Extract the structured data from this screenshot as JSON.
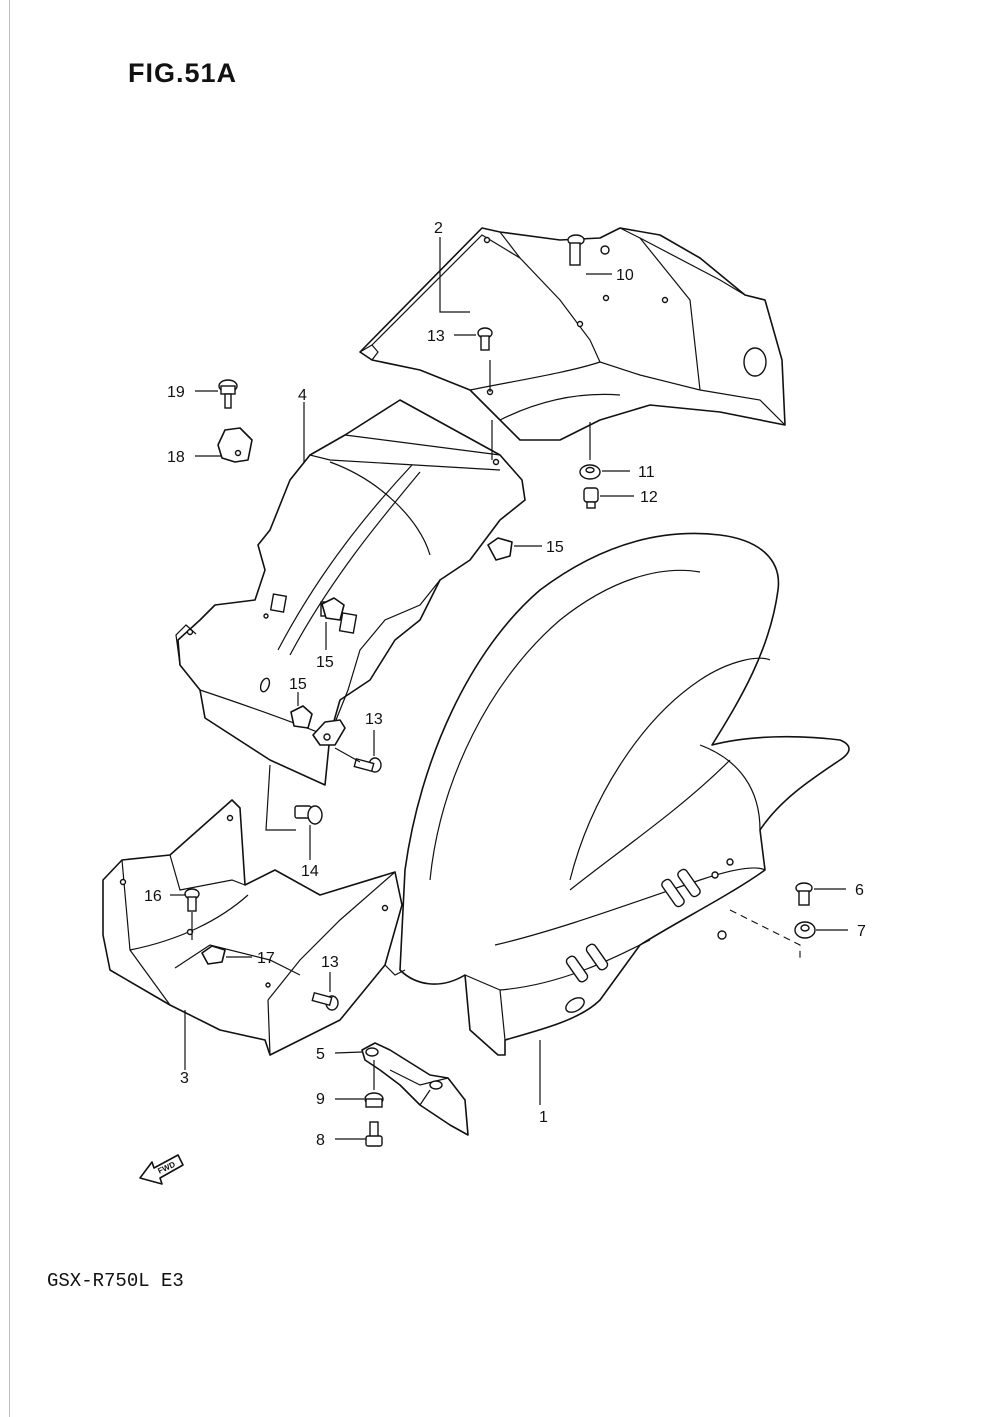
{
  "figure": {
    "title": "FIG.51A",
    "model": "GSX-R750L  E3"
  },
  "fwd_arrow_label": "FWD",
  "parts": [
    {
      "ref": "1",
      "name": "rear-fender"
    },
    {
      "ref": "2",
      "name": "rear-fender-upper"
    },
    {
      "ref": "3",
      "name": "splash-guard-lower"
    },
    {
      "ref": "4",
      "name": "inner-fender"
    },
    {
      "ref": "5",
      "name": "bracket"
    },
    {
      "ref": "6",
      "name": "screw"
    },
    {
      "ref": "7",
      "name": "nut"
    },
    {
      "ref": "8",
      "name": "bolt"
    },
    {
      "ref": "9",
      "name": "washer"
    },
    {
      "ref": "10",
      "name": "screw"
    },
    {
      "ref": "11",
      "name": "washer"
    },
    {
      "ref": "12",
      "name": "nut"
    },
    {
      "ref": "13",
      "name": "screw"
    },
    {
      "ref": "14",
      "name": "bolt"
    },
    {
      "ref": "15",
      "name": "clip-nut"
    },
    {
      "ref": "16",
      "name": "screw"
    },
    {
      "ref": "17",
      "name": "clip-nut"
    },
    {
      "ref": "18",
      "name": "clamp"
    },
    {
      "ref": "19",
      "name": "bolt"
    }
  ],
  "callouts": {
    "c1": "1",
    "c2": "2",
    "c3": "3",
    "c4": "4",
    "c5": "5",
    "c6": "6",
    "c7": "7",
    "c8": "8",
    "c9": "9",
    "c10": "10",
    "c11": "11",
    "c12": "12",
    "c13a": "13",
    "c13b": "13",
    "c13c": "13",
    "c14": "14",
    "c15a": "15",
    "c15b": "15",
    "c15c": "15",
    "c16": "16",
    "c17": "17",
    "c18": "18",
    "c19": "19"
  }
}
